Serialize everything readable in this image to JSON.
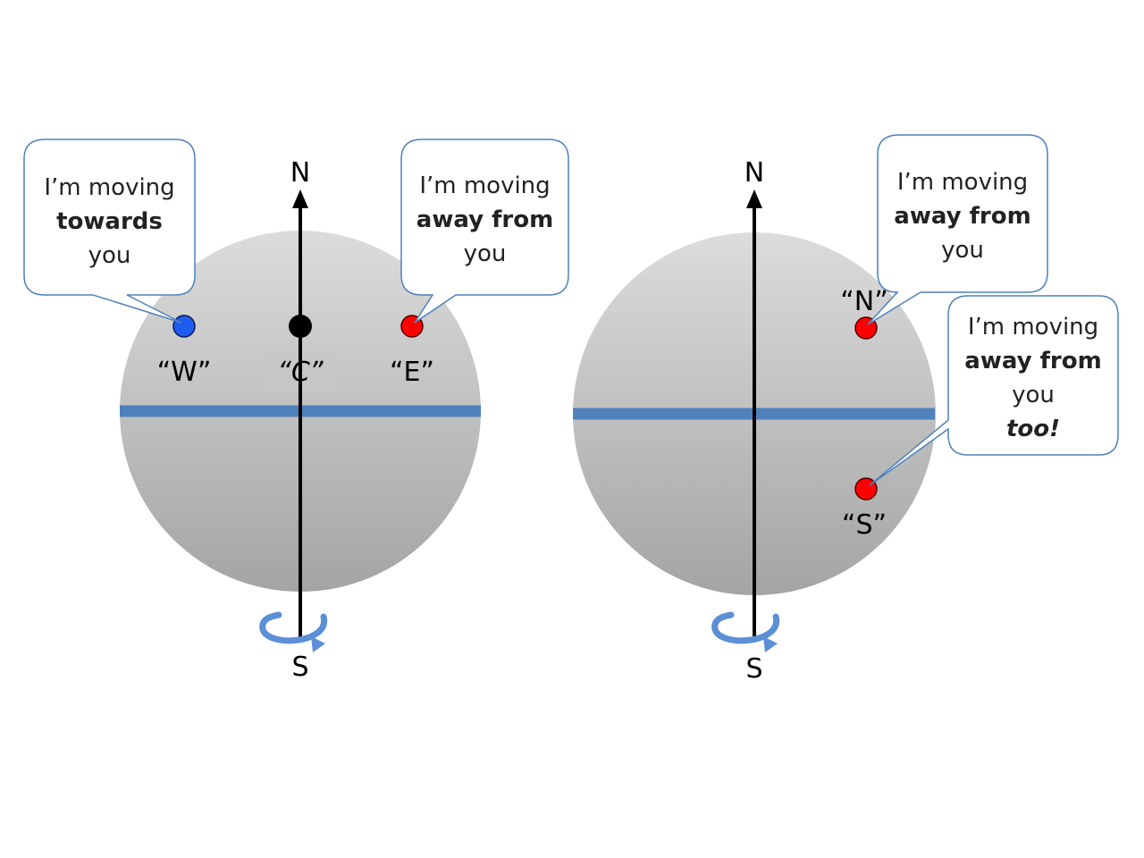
{
  "colors": {
    "equator": "#4f81bd",
    "bubble_border": "#4f81bd",
    "dot_blue": "#1f5cf0",
    "dot_red": "#ff0000",
    "dot_black": "#000000",
    "sphere_light": "#d9d9d9",
    "sphere_dark": "#a6a6a6",
    "rotation_arrow": "#5b8fd6"
  },
  "left_diagram": {
    "north_label": "N",
    "south_label": "S",
    "points": {
      "west": {
        "label": "“W”",
        "color": "blue"
      },
      "center": {
        "label": "“C”",
        "color": "black"
      },
      "east": {
        "label": "“E”",
        "color": "red"
      }
    },
    "west_bubble": {
      "line1": "I’m moving",
      "line2": "towards",
      "line3": "you"
    },
    "east_bubble": {
      "line1": "I’m moving",
      "line2": "away from",
      "line3": "you"
    }
  },
  "right_diagram": {
    "north_label": "N",
    "south_label": "S",
    "points": {
      "north": {
        "label": "“N”",
        "color": "red"
      },
      "south": {
        "label": "“S”",
        "color": "red"
      }
    },
    "north_bubble": {
      "line1": "I’m moving",
      "line2": "away from",
      "line3": "you"
    },
    "south_bubble": {
      "line1": "I’m moving",
      "line2": "away from",
      "line3": "you",
      "line4": "too!"
    }
  }
}
